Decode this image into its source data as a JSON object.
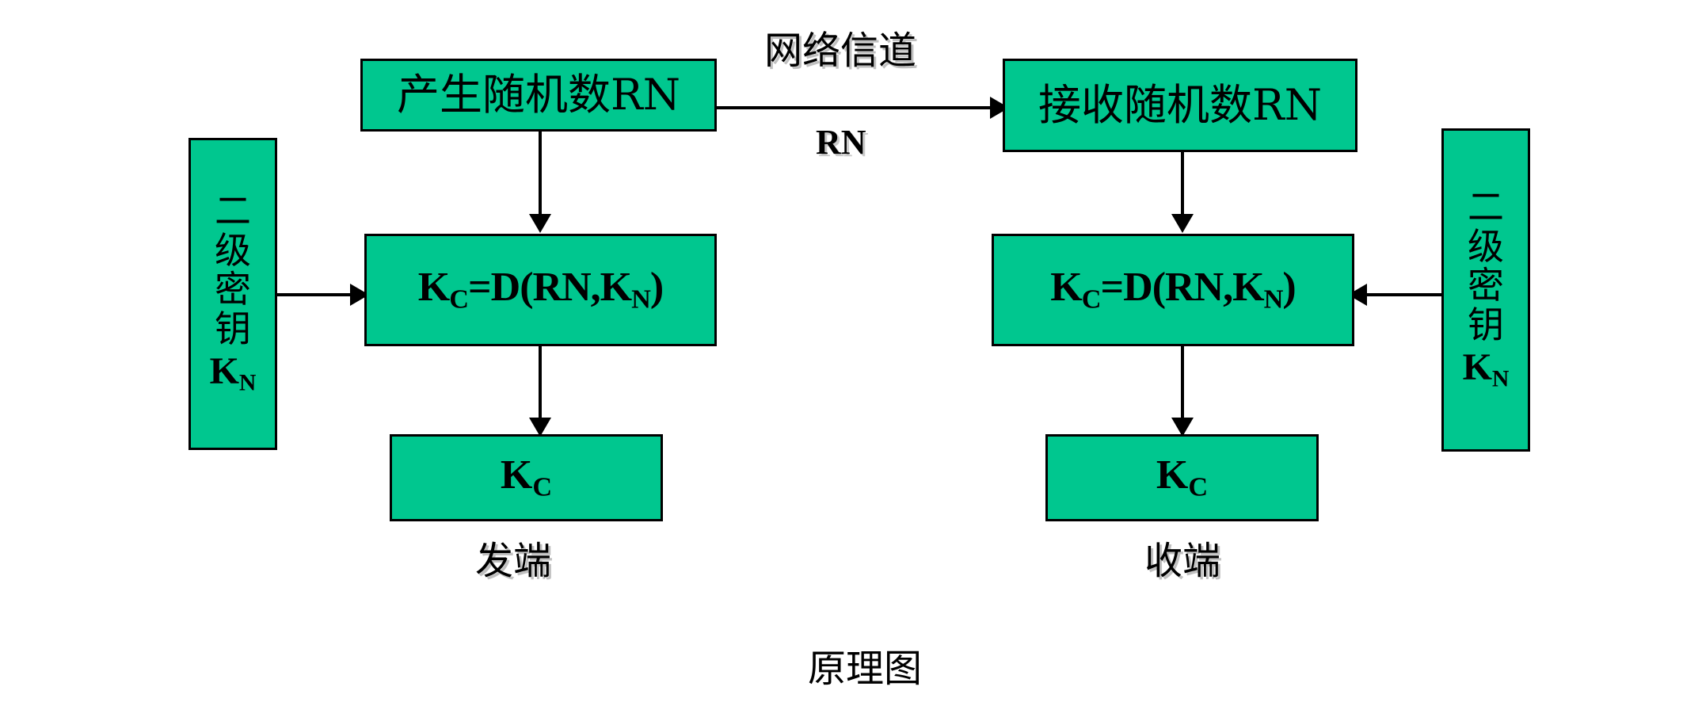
{
  "diagram": {
    "caption": "原理图",
    "theme": {
      "box_fill": "#00c78f",
      "box_border": "#000000",
      "text_color": "#000000",
      "background": "#ffffff"
    },
    "sender": {
      "side_label": "发端",
      "random_box": "产生随机数RN",
      "key_box_chars": [
        "二",
        "级",
        "密",
        "钥"
      ],
      "key_box_symbol": "K",
      "key_box_subscript": "N",
      "formula": "K_C=D(RN,K_N)",
      "formula_parts": {
        "lhs": "K",
        "lhs_sub": "C",
        "eq": "=D(RN,K",
        "rhs_sub": "N",
        "tail": ")"
      },
      "output": "K",
      "output_sub": "C"
    },
    "receiver": {
      "side_label": "收端",
      "random_box": "接收随机数RN",
      "key_box_chars": [
        "二",
        "级",
        "密",
        "钥"
      ],
      "key_box_symbol": "K",
      "key_box_subscript": "N",
      "formula": "K_C=D(RN,K_N)",
      "formula_parts": {
        "lhs": "K",
        "lhs_sub": "C",
        "eq": "=D(RN,K",
        "rhs_sub": "N",
        "tail": ")"
      },
      "output": "K",
      "output_sub": "C"
    },
    "channel": {
      "label": "网络信道",
      "payload": "RN"
    }
  }
}
